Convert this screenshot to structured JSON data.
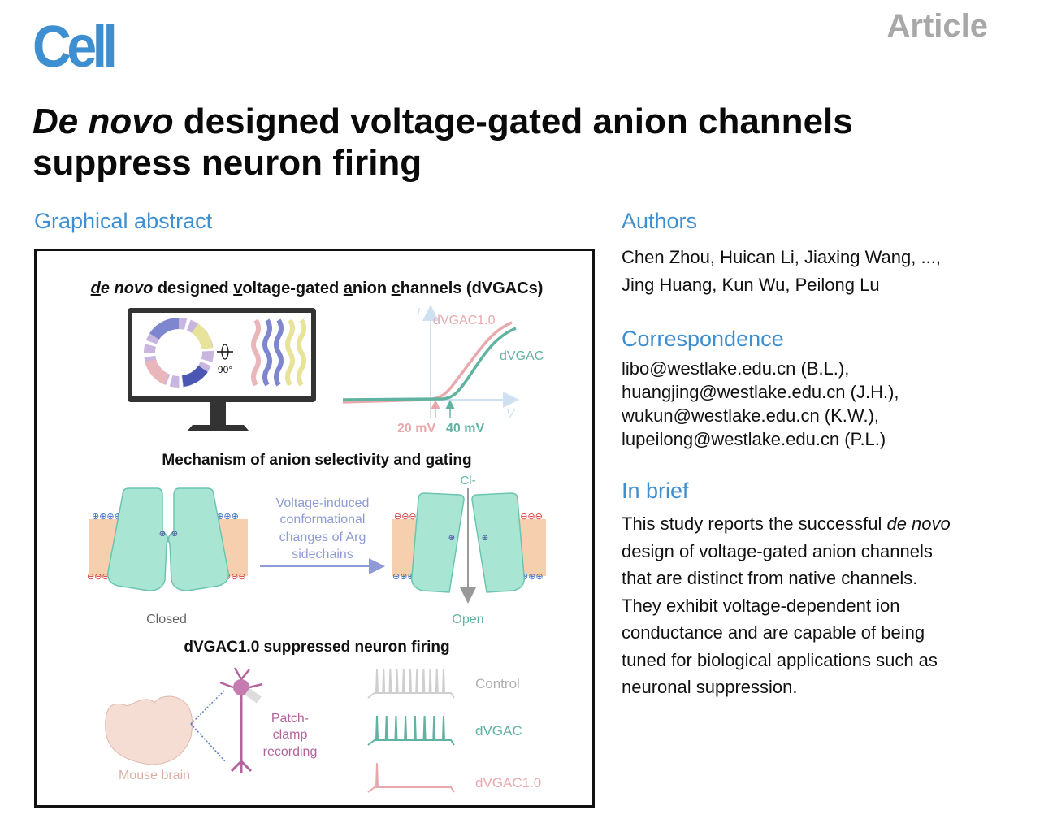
{
  "header": {
    "journal": "Cell",
    "article_type": "Article",
    "title_italic": "De novo",
    "title_rest_line1": " designed voltage-gated anion channels",
    "title_line2": "suppress neuron firing"
  },
  "graphical_abstract": {
    "heading": "Graphical abstract",
    "panel1": {
      "title_parts": [
        {
          "text": "d",
          "style": "italic-underline"
        },
        {
          "text": "e novo",
          "style": "italic"
        },
        {
          "text": " designed ",
          "style": "normal"
        },
        {
          "text": "v",
          "style": "underline"
        },
        {
          "text": "oltage-",
          "style": "normal"
        },
        {
          "text": "g",
          "style": "underline"
        },
        {
          "text": "ated ",
          "style": "normal"
        },
        {
          "text": "a",
          "style": "underline"
        },
        {
          "text": "nion ",
          "style": "normal"
        },
        {
          "text": "c",
          "style": "underline"
        },
        {
          "text": "hannels (dVGACs)",
          "style": "normal"
        }
      ],
      "rotation_label": "90°",
      "iv_curve": {
        "y_axis": "I",
        "x_axis": "V",
        "series": [
          {
            "name": "dVGAC1.0",
            "threshold_label": "20 mV",
            "color": "#e8a9ad"
          },
          {
            "name": "dVGAC",
            "threshold_label": "40 mV",
            "color": "#5fb3a0"
          }
        ]
      }
    },
    "panel2": {
      "title": "Mechanism of anion selectivity and gating",
      "arrow_text": [
        "Voltage-induced",
        "conformational",
        "changes of Arg",
        "sidechains"
      ],
      "closed_label": "Closed",
      "open_label": "Open",
      "ion_label": "Cl-"
    },
    "panel3": {
      "title": "dVGAC1.0 suppressed neuron firing",
      "brain_label": "Mouse brain",
      "recording_label": [
        "Patch-",
        "clamp",
        "recording"
      ],
      "traces": [
        {
          "name": "Control",
          "color": "#cfcfcf"
        },
        {
          "name": "dVGAC",
          "color": "#5fb3a0"
        },
        {
          "name": "dVGAC1.0",
          "color": "#e8a9ad"
        }
      ]
    }
  },
  "authors": {
    "heading": "Authors",
    "lines": [
      "Chen Zhou, Huican Li, Jiaxing Wang, ...,",
      "Jing Huang, Kun Wu, Peilong Lu"
    ]
  },
  "correspondence": {
    "heading": "Correspondence",
    "emails": [
      "libo@westlake.edu.cn (B.L.),",
      "huangjing@westlake.edu.cn (J.H.),",
      "wukun@westlake.edu.cn (K.W.),",
      "lupeilong@westlake.edu.cn (P.L.)"
    ]
  },
  "in_brief": {
    "heading": "In brief",
    "line1_normal": "This study reports the successful ",
    "line1_italic": "de novo",
    "lines": [
      "design of voltage-gated anion channels",
      "that are distinct from native channels.",
      "They exhibit voltage-dependent ion",
      "conductance and are capable of being",
      "tuned for biological applications such as",
      "neuronal suppression."
    ]
  },
  "colors": {
    "accent_blue": "#3d8fd1",
    "teal": "#5fb3a0",
    "pink": "#e8a9ad",
    "channel_fill": "#a8e6d3",
    "lipid": "#f6cfae",
    "arrow_blue": "#8f9bd6",
    "neuron": "#b4649c"
  }
}
